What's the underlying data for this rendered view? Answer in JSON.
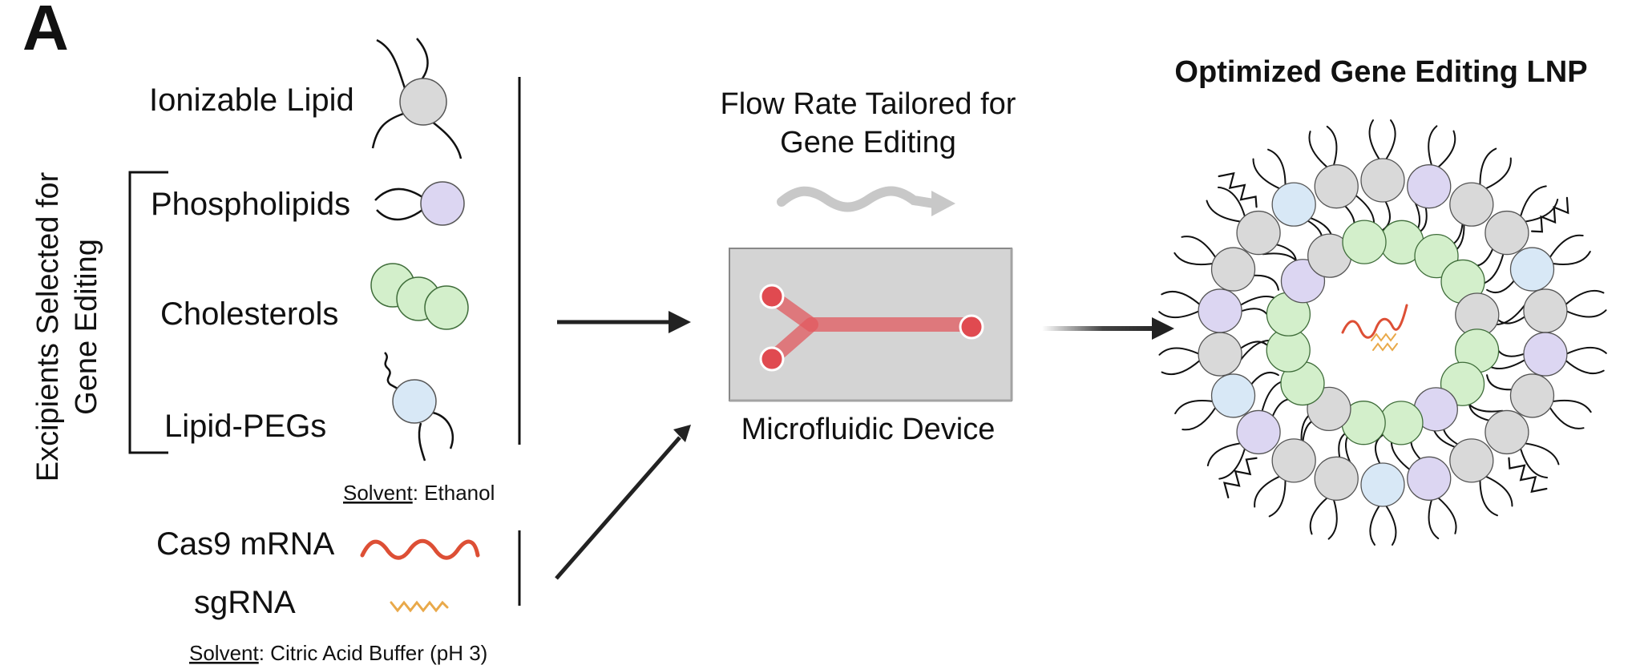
{
  "panel_letter": "A",
  "side_label": {
    "line1": "Excipients Selected for",
    "line2": "Gene Editing"
  },
  "lipids": {
    "ionizable": "Ionizable Lipid",
    "phospholipids": "Phospholipids",
    "cholesterols": "Cholesterols",
    "lipid_pegs": "Lipid-PEGs"
  },
  "solvent_ethanol": {
    "key": "Solvent",
    "value": ": Ethanol"
  },
  "nucleic": {
    "cas9": "Cas9 mRNA",
    "sgrna": "sgRNA"
  },
  "solvent_buffer": {
    "key": "Solvent",
    "value": ": Citric Acid Buffer (pH 3)"
  },
  "flow": {
    "line1": "Flow Rate Tailored for",
    "line2": "Gene Editing"
  },
  "device_label": "Microfluidic Device",
  "lnp_title": "Optimized Gene Editing LNP",
  "colors": {
    "gray_head": "#d9d9d9",
    "purple_head": "#dcd6f2",
    "green_head": "#d3efcb",
    "blue_head": "#d8e8f6",
    "mrna": "#dd4f35",
    "sgrna": "#e9a94a",
    "channel": "#e2595f",
    "device": "#d4d4d4",
    "flow_arrow": "#c8c8c8"
  }
}
